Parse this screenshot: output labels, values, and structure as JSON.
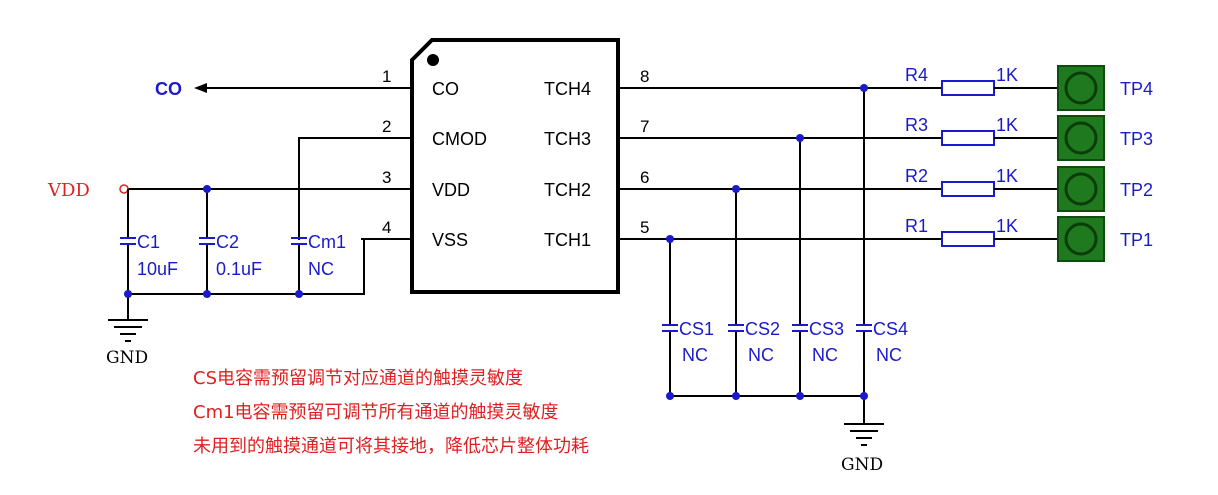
{
  "ic": {
    "pins_left": [
      {
        "num": "1",
        "name": "CO"
      },
      {
        "num": "2",
        "name": "CMOD"
      },
      {
        "num": "3",
        "name": "VDD"
      },
      {
        "num": "4",
        "name": "VSS"
      }
    ],
    "pins_right": [
      {
        "num": "8",
        "name": "TCH4"
      },
      {
        "num": "7",
        "name": "TCH3"
      },
      {
        "num": "6",
        "name": "TCH2"
      },
      {
        "num": "5",
        "name": "TCH1"
      }
    ]
  },
  "nets": {
    "co": "CO",
    "vdd": "VDD",
    "gnd_left": "GND",
    "gnd_right": "GND"
  },
  "caps_left": [
    {
      "ref": "C1",
      "value": "10uF"
    },
    {
      "ref": "C2",
      "value": "0.1uF"
    },
    {
      "ref": "Cm1",
      "value": "NC"
    }
  ],
  "caps_sense": [
    {
      "ref": "CS1",
      "value": "NC"
    },
    {
      "ref": "CS2",
      "value": "NC"
    },
    {
      "ref": "CS3",
      "value": "NC"
    },
    {
      "ref": "CS4",
      "value": "NC"
    }
  ],
  "resistors": [
    {
      "ref": "R4",
      "value": "1K"
    },
    {
      "ref": "R3",
      "value": "1K"
    },
    {
      "ref": "R2",
      "value": "1K"
    },
    {
      "ref": "R1",
      "value": "1K"
    }
  ],
  "pads": [
    "TP4",
    "TP3",
    "TP2",
    "TP1"
  ],
  "notes": [
    "CS电容需预留调节对应通道的触摸灵敏度",
    "Cm1电容需预留可调节所有通道的触摸灵敏度",
    "未用到的触摸通道可将其接地，降低芯片整体功耗"
  ],
  "colors": {
    "wire": "#000000",
    "component": "#1a1acc",
    "note": "#e02020",
    "pad": "#1f7a1f"
  }
}
